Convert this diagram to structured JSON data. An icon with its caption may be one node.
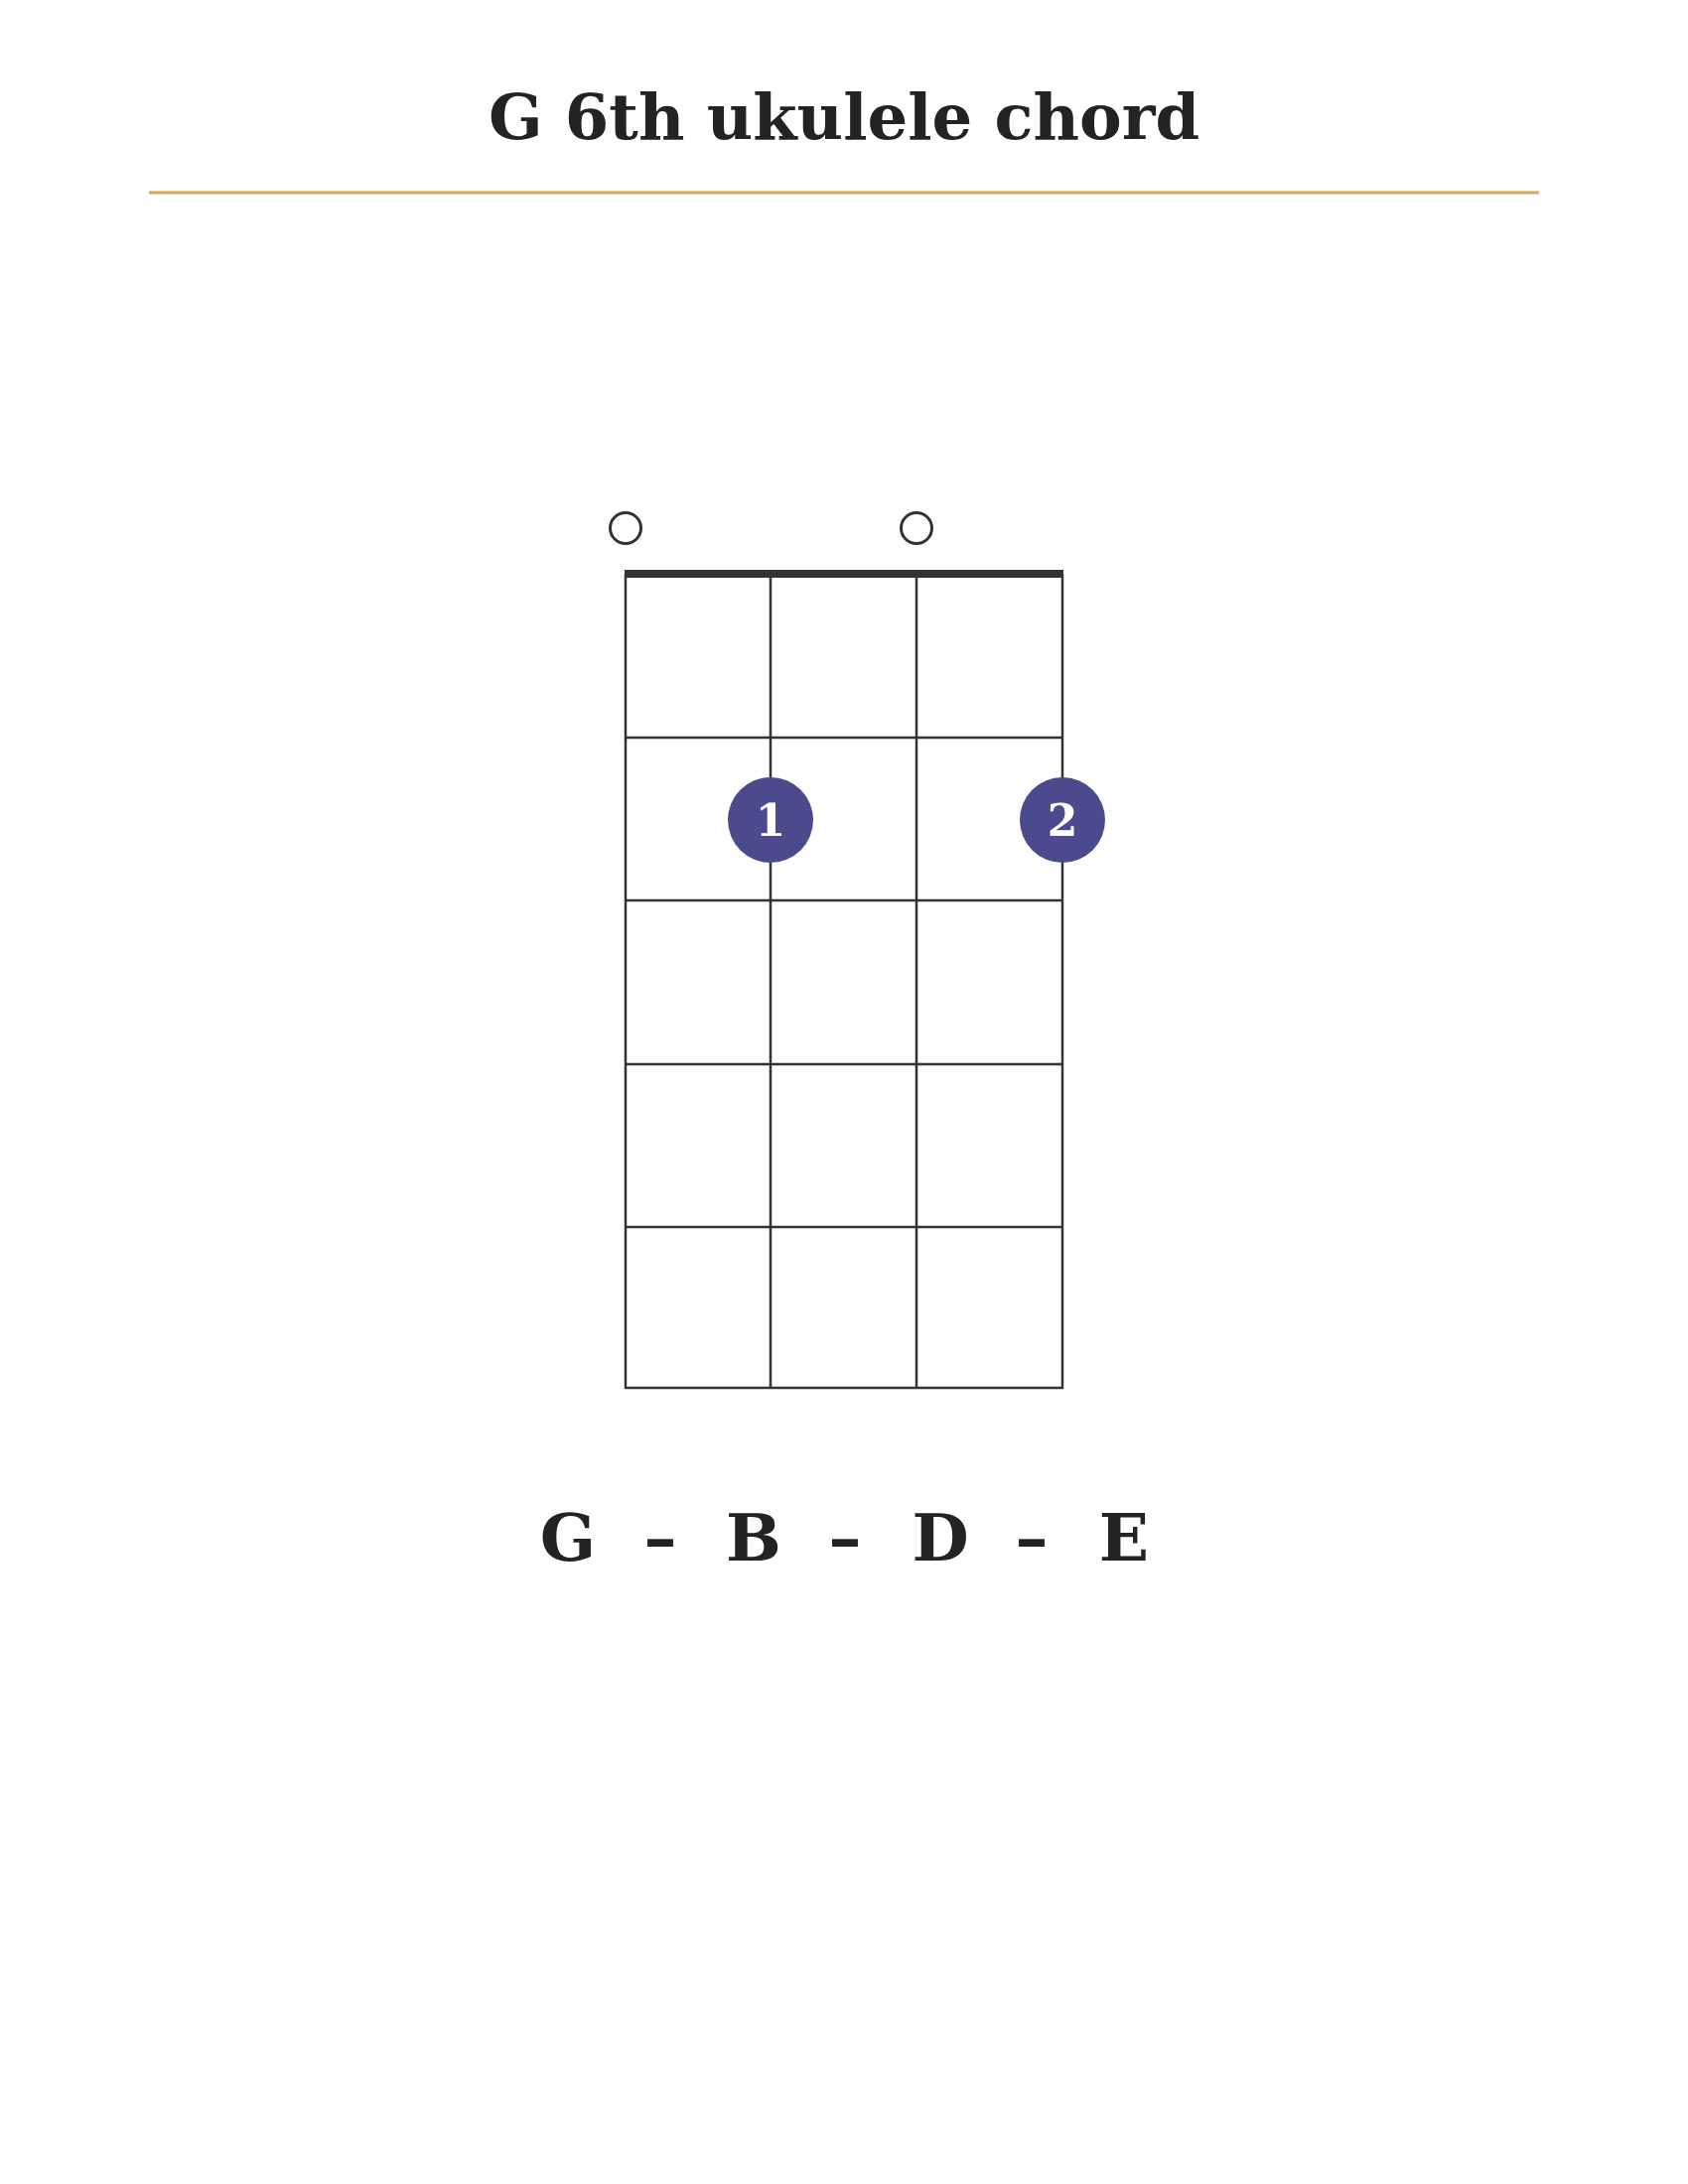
{
  "diagram": {
    "title": "G 6th ukulele chord",
    "nodes": [
      {
        "text": [],
        "shape": "circle"
      },
      {
        "text": [],
        "shape": "circle"
      },
      {
        "text": [
          "1"
        ]
      },
      {
        "text": [
          "2"
        ]
      }
    ],
    "labels": [
      "G",
      "–",
      "B",
      "–",
      "D",
      "–",
      "E"
    ]
  }
}
